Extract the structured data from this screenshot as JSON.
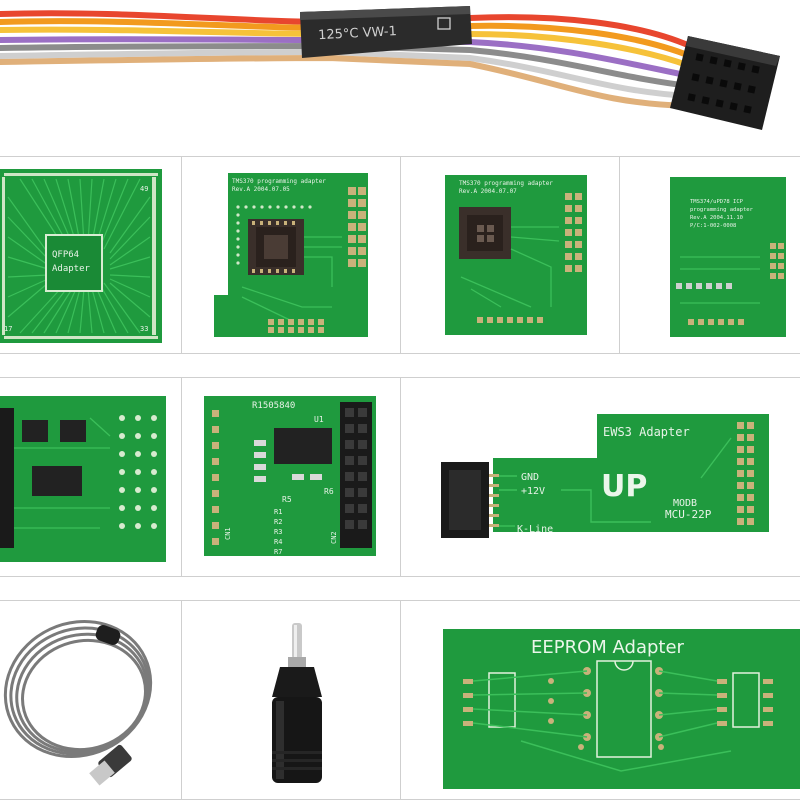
{
  "cable": {
    "sleeve_label": "125°C VW-1"
  },
  "boards": {
    "qfp64": {
      "label_line1": "QFP64",
      "label_line2": "Adapter",
      "corner_49": "49",
      "corner_17": "17",
      "corner_33": "33"
    },
    "tms370_a": {
      "line1": "TMS370 programming adapter",
      "line2": "Rev.A  2004.07.05"
    },
    "tms370_b": {
      "line1": "TMS370 programming adapter",
      "line2": "Rev.A  2004.07.07"
    },
    "tms374": {
      "line1": "TMS374/uPD78 ICP",
      "line2": "programming adapter",
      "line3": "Rev.A  2004.11.10",
      "line4": "P/C:1-002-0008"
    },
    "r1505840": {
      "title": "R1505840",
      "u1": "U1",
      "r5": "R5",
      "r6": "R6",
      "r1": "R1",
      "r2": "R2",
      "r3": "R3",
      "r4": "R4",
      "r7": "R7",
      "cn1": "CN1",
      "cn2": "CN2"
    },
    "ews3": {
      "title": "EWS3 Adapter",
      "gnd": "GND",
      "v12": "+12V",
      "up": "UP",
      "modb": "MODB",
      "mcu": "MCU-22P",
      "kline": "K-Line"
    },
    "eeprom": {
      "title": "EEPROM Adapter"
    }
  },
  "colors": {
    "pcb_green": "#1f9a3e",
    "pcb_dark": "#157a2f",
    "header_black": "#1a1a1a",
    "cable_wire_colors": [
      "#e83b2a",
      "#f29a1e",
      "#f6c23a",
      "#8a5fb5",
      "#7f7f7f",
      "#d9d9d9",
      "#3a3a3a"
    ]
  }
}
